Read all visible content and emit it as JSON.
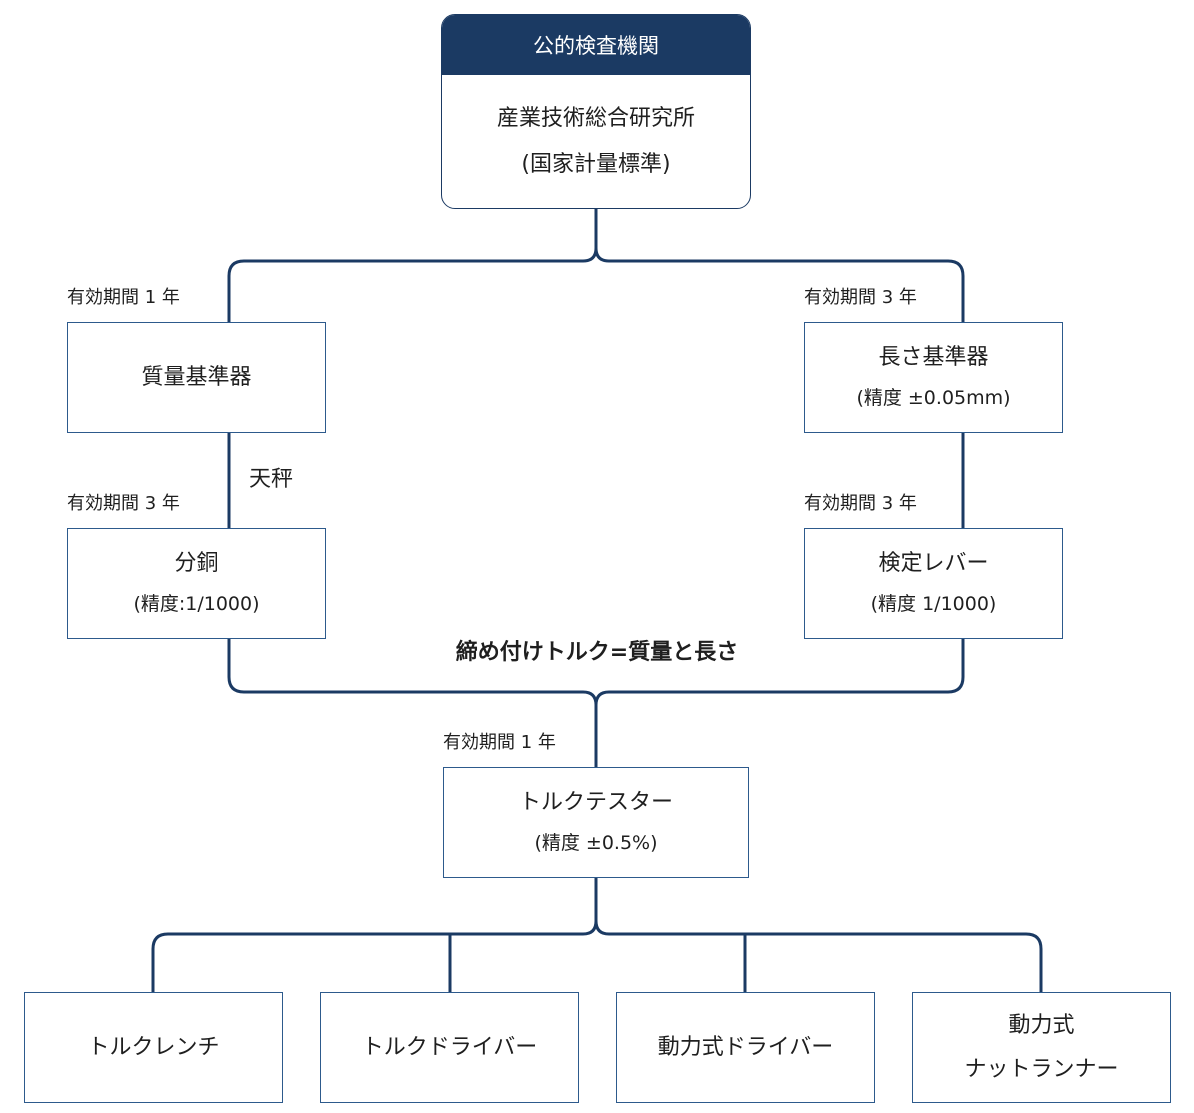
{
  "top": {
    "header": "公的検査機関",
    "line1": "産業技術総合研究所",
    "line2": "(国家計量標準)"
  },
  "left": {
    "validity1": "有効期間 1 年",
    "box1": "質量基準器",
    "connector_label": "天秤",
    "validity2": "有効期間 3 年",
    "box2_main": "分銅",
    "box2_sub": "(精度:1/1000)"
  },
  "right": {
    "validity1": "有効期間 3 年",
    "box1_main": "長さ基準器",
    "box1_sub": "(精度 ±0.05mm)",
    "validity2": "有効期間 3 年",
    "box2_main": "検定レバー",
    "box2_sub": "(精度 1/1000)"
  },
  "center": {
    "formula": "締め付けトルク=質量と長さ",
    "validity": "有効期間 1 年",
    "tester_main": "トルクテスター",
    "tester_sub": "(精度 ±0.5%)"
  },
  "bottom": {
    "items": [
      {
        "line1": "トルクレンチ",
        "line2": ""
      },
      {
        "line1": "トルクドライバー",
        "line2": ""
      },
      {
        "line1": "動力式ドライバー",
        "line2": ""
      },
      {
        "line1": "動力式",
        "line2": "ナットランナー"
      }
    ]
  },
  "colors": {
    "navy": "#1b3a63",
    "box_border": "#2d5a8c",
    "text": "#1f1f1f"
  }
}
